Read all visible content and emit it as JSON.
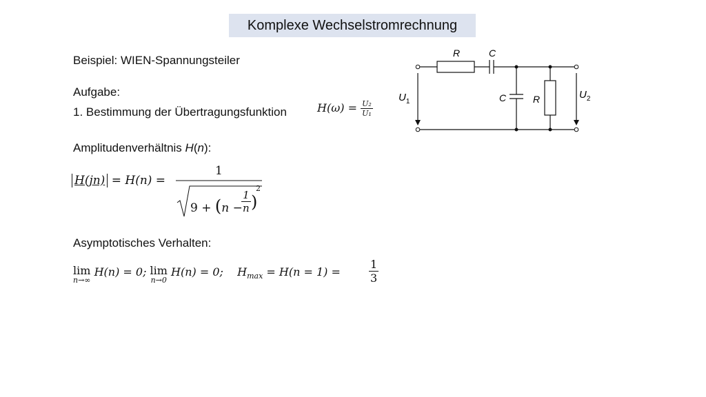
{
  "title": "Komplexe Wechselstromrechnung",
  "example": "Beispiel: WIEN-Spannungsteiler",
  "task_label": "Aufgabe:",
  "task_1": "1. Bestimmung der Übertragungsfunktion",
  "amplitude_label_prefix": "Amplitudenverhältnis ",
  "amplitude_label_fn": "H",
  "amplitude_label_arg": "n",
  "amplitude_label_suffix": ":",
  "asymptotic_label": "Asymptotisches Verhalten:",
  "formula_h_omega": {
    "lhs": "H(ω) =",
    "num": "U₂",
    "den": "U₁"
  },
  "formula_amplitude": {
    "lhs": "H(jn)",
    "mid": "= H(n) =",
    "num": "1",
    "rad_const": "9 + ",
    "rad_n": "n −",
    "inner_num": "1",
    "inner_den": "n",
    "exp": "2"
  },
  "formula_asymptotic": {
    "lim1_word": "lim",
    "lim1_sub": "n→∞",
    "lim1_expr": "H(n) = 0;",
    "lim2_word": "lim",
    "lim2_sub": "n→0",
    "lim2_expr": "H(n) = 0;",
    "hmax_sym": "H",
    "hmax_sub": "max",
    "hmax_expr": "= H(n = 1) =",
    "hmax_num": "1",
    "hmax_den": "3"
  },
  "circuit": {
    "label_r_series": "R",
    "label_c_series": "C",
    "label_c_parallel": "C",
    "label_r_parallel": "R",
    "label_u1": "U",
    "label_u1_sub": "1",
    "label_u2": "U",
    "label_u2_sub": "2"
  }
}
